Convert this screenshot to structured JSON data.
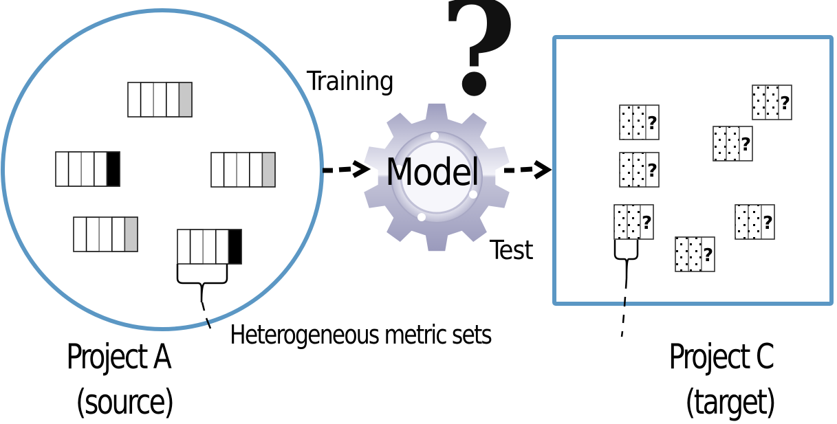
{
  "diagram": {
    "title": "Heterogeneous defect prediction overview",
    "source_project": {
      "name": "Project A",
      "role": "(source)",
      "shape": "circle",
      "border_color": "#5b97c4",
      "instances": [
        {
          "metric_cells": 4,
          "label_color": "#c8c8c8",
          "label": "clean"
        },
        {
          "metric_cells": 4,
          "label_color": "#000000",
          "label": "buggy"
        },
        {
          "metric_cells": 4,
          "label_color": "#c8c8c8",
          "label": "clean"
        },
        {
          "metric_cells": 4,
          "label_color": "#c8c8c8",
          "label": "clean"
        },
        {
          "metric_cells": 4,
          "label_color": "#000000",
          "label": "buggy"
        }
      ]
    },
    "target_project": {
      "name": "Project C",
      "role": "(target)",
      "shape": "square",
      "border_color": "#5b97c4",
      "instances": [
        {
          "metric_cells": 2,
          "label": "?"
        },
        {
          "metric_cells": 2,
          "label": "?"
        },
        {
          "metric_cells": 2,
          "label": "?"
        },
        {
          "metric_cells": 2,
          "label": "?"
        },
        {
          "metric_cells": 2,
          "label": "?"
        },
        {
          "metric_cells": 2,
          "label": "?"
        },
        {
          "metric_cells": 2,
          "label": "?"
        }
      ]
    },
    "model": {
      "label": "Model",
      "icon": "gear-icon",
      "question_mark": "?",
      "gear_color_top": "#eeeef6",
      "gear_color_bottom": "#9c9cc0"
    },
    "edges": [
      {
        "from": "Project A",
        "to": "Model",
        "label": "Training",
        "style": "dashed-arrow"
      },
      {
        "from": "Model",
        "to": "Project C",
        "label": "Test",
        "style": "dashed-arrow"
      }
    ],
    "annotation": "Heterogeneous metric sets"
  }
}
